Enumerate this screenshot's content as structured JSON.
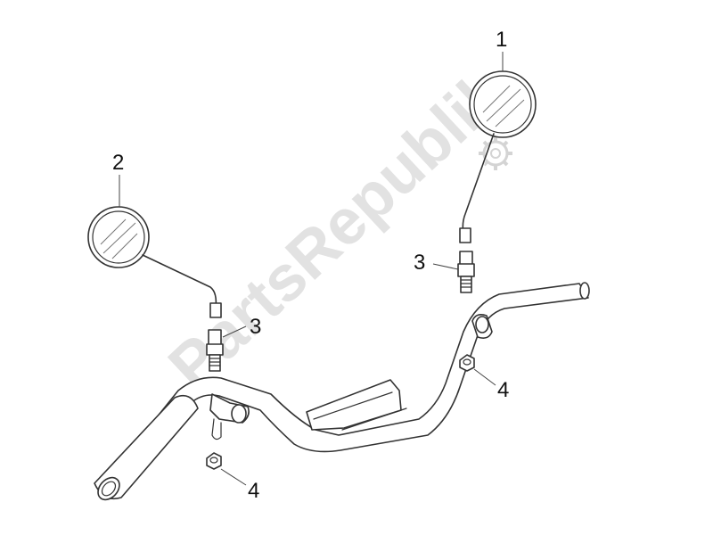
{
  "watermark": "PartsRepublik",
  "callouts": {
    "mirror_right": "1",
    "mirror_left": "2",
    "adapter_right": "3",
    "adapter_left": "3",
    "nut_right": "4",
    "nut_left": "4"
  },
  "colors": {
    "line": "#333333",
    "watermark": "#e2e2e2",
    "background": "#ffffff"
  }
}
